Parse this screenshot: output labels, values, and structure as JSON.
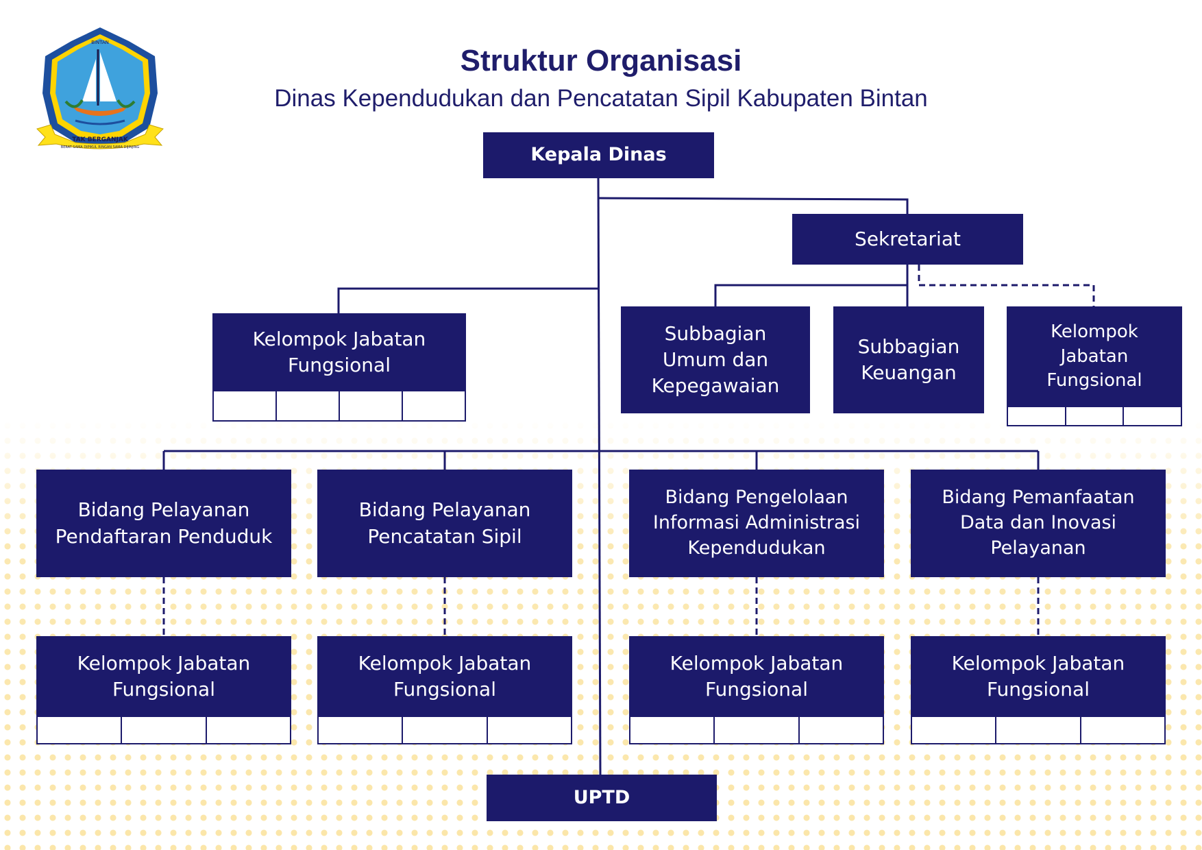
{
  "header": {
    "title": "Struktur Organisasi",
    "subtitle": "Dinas Kependudukan dan Pencatatan Sipil Kabupaten Bintan"
  },
  "logo": {
    "top_text": "BINTAN",
    "motto": "TAK BERGANJAK",
    "motto_sub": "BERAT SAMA DIPIKUL RINGAN SAMA DIJINJING"
  },
  "colors": {
    "box": "#1c1a6b",
    "title": "#1f1d6b",
    "line": "#1c1a6b",
    "dots": "#fbe6a9"
  },
  "nodes": {
    "kepala": "Kepala Dinas",
    "sekretariat": "Sekretariat",
    "kjf_top_left": [
      "Kelompok Jabatan",
      "Fungsional"
    ],
    "sub_umum": [
      "Subbagian",
      "Umum dan",
      "Kepegawaian"
    ],
    "sub_keuangan": [
      "Subbagian",
      "Keuangan"
    ],
    "kjf_sekretariat": [
      "Kelompok",
      "Jabatan",
      "Fungsional"
    ],
    "bidang_1": [
      "Bidang Pelayanan",
      "Pendaftaran Penduduk"
    ],
    "bidang_2": [
      "Bidang Pelayanan",
      "Pencatatan Sipil"
    ],
    "bidang_3": [
      "Bidang Pengelolaan",
      "Informasi Administrasi",
      "Kependudukan"
    ],
    "bidang_4": [
      "Bidang Pemanfaatan",
      "Data dan Inovasi",
      "Pelayanan"
    ],
    "kjf_1": [
      "Kelompok Jabatan",
      "Fungsional"
    ],
    "kjf_2": [
      "Kelompok Jabatan",
      "Fungsional"
    ],
    "kjf_3": [
      "Kelompok Jabatan",
      "Fungsional"
    ],
    "kjf_4": [
      "Kelompok Jabatan",
      "Fungsional"
    ],
    "uptd": "UPTD"
  }
}
